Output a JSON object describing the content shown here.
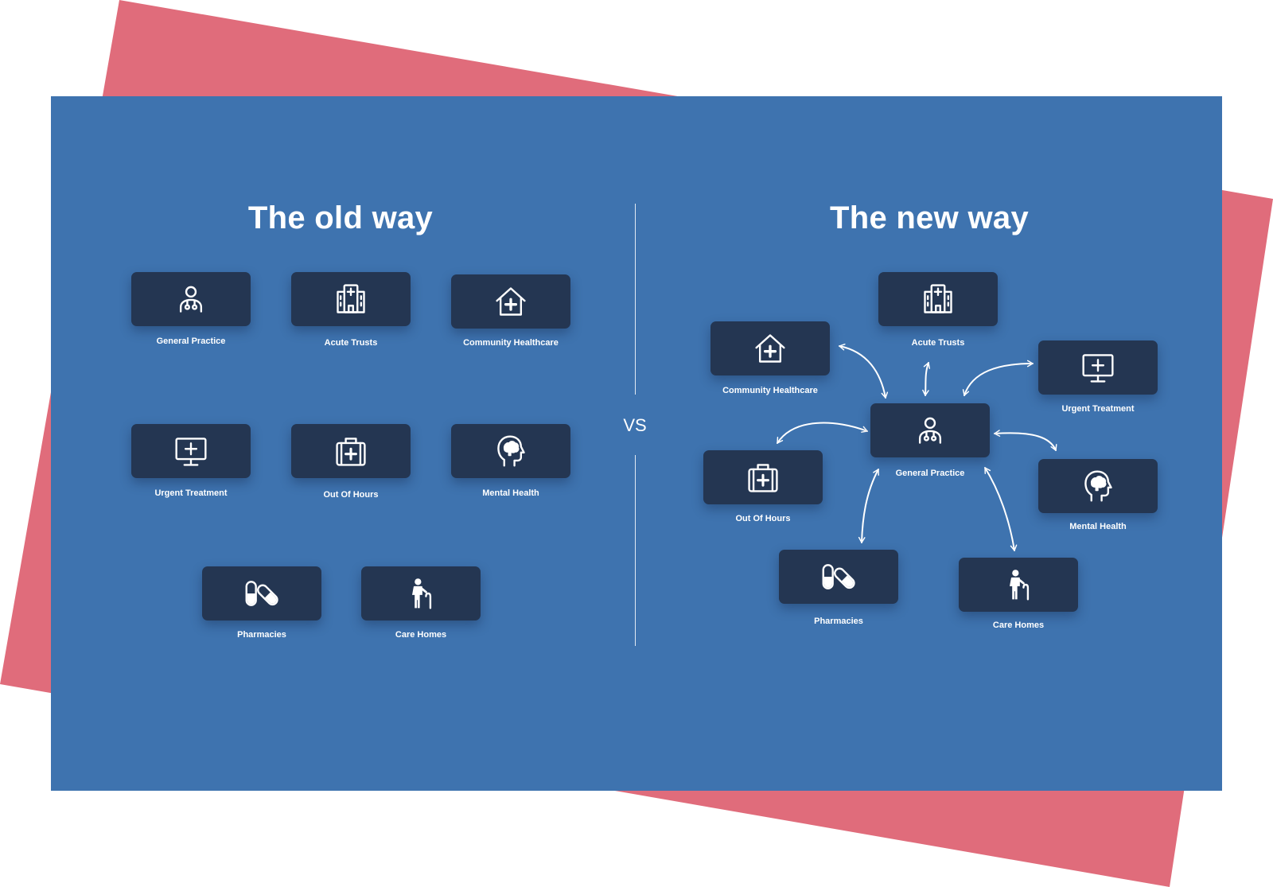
{
  "colors": {
    "backdrop": "#e06c7b",
    "panel": "#3e73af",
    "tile": "#243652",
    "text": "#ffffff"
  },
  "old_way": {
    "title": "The old way",
    "tiles": [
      {
        "label": "General Practice",
        "icon": "doctor-icon"
      },
      {
        "label": "Acute Trusts",
        "icon": "hospital-icon"
      },
      {
        "label": "Community Healthcare",
        "icon": "home-health-icon"
      },
      {
        "label": "Urgent Treatment",
        "icon": "monitor-cross-icon"
      },
      {
        "label": "Out Of Hours",
        "icon": "first-aid-kit-icon"
      },
      {
        "label": "Mental Health",
        "icon": "head-brain-icon"
      },
      {
        "label": "Pharmacies",
        "icon": "pills-icon"
      },
      {
        "label": "Care Homes",
        "icon": "elderly-person-icon"
      }
    ]
  },
  "separator": {
    "label": "VS"
  },
  "new_way": {
    "title": "The new way",
    "hub": {
      "label": "General Practice",
      "icon": "doctor-icon"
    },
    "tiles": [
      {
        "label": "Acute Trusts",
        "icon": "hospital-icon"
      },
      {
        "label": "Community Healthcare",
        "icon": "home-health-icon"
      },
      {
        "label": "Urgent Treatment",
        "icon": "monitor-cross-icon"
      },
      {
        "label": "Out Of Hours",
        "icon": "first-aid-kit-icon"
      },
      {
        "label": "Mental Health",
        "icon": "head-brain-icon"
      },
      {
        "label": "Pharmacies",
        "icon": "pills-icon"
      },
      {
        "label": "Care Homes",
        "icon": "elderly-person-icon"
      }
    ]
  }
}
